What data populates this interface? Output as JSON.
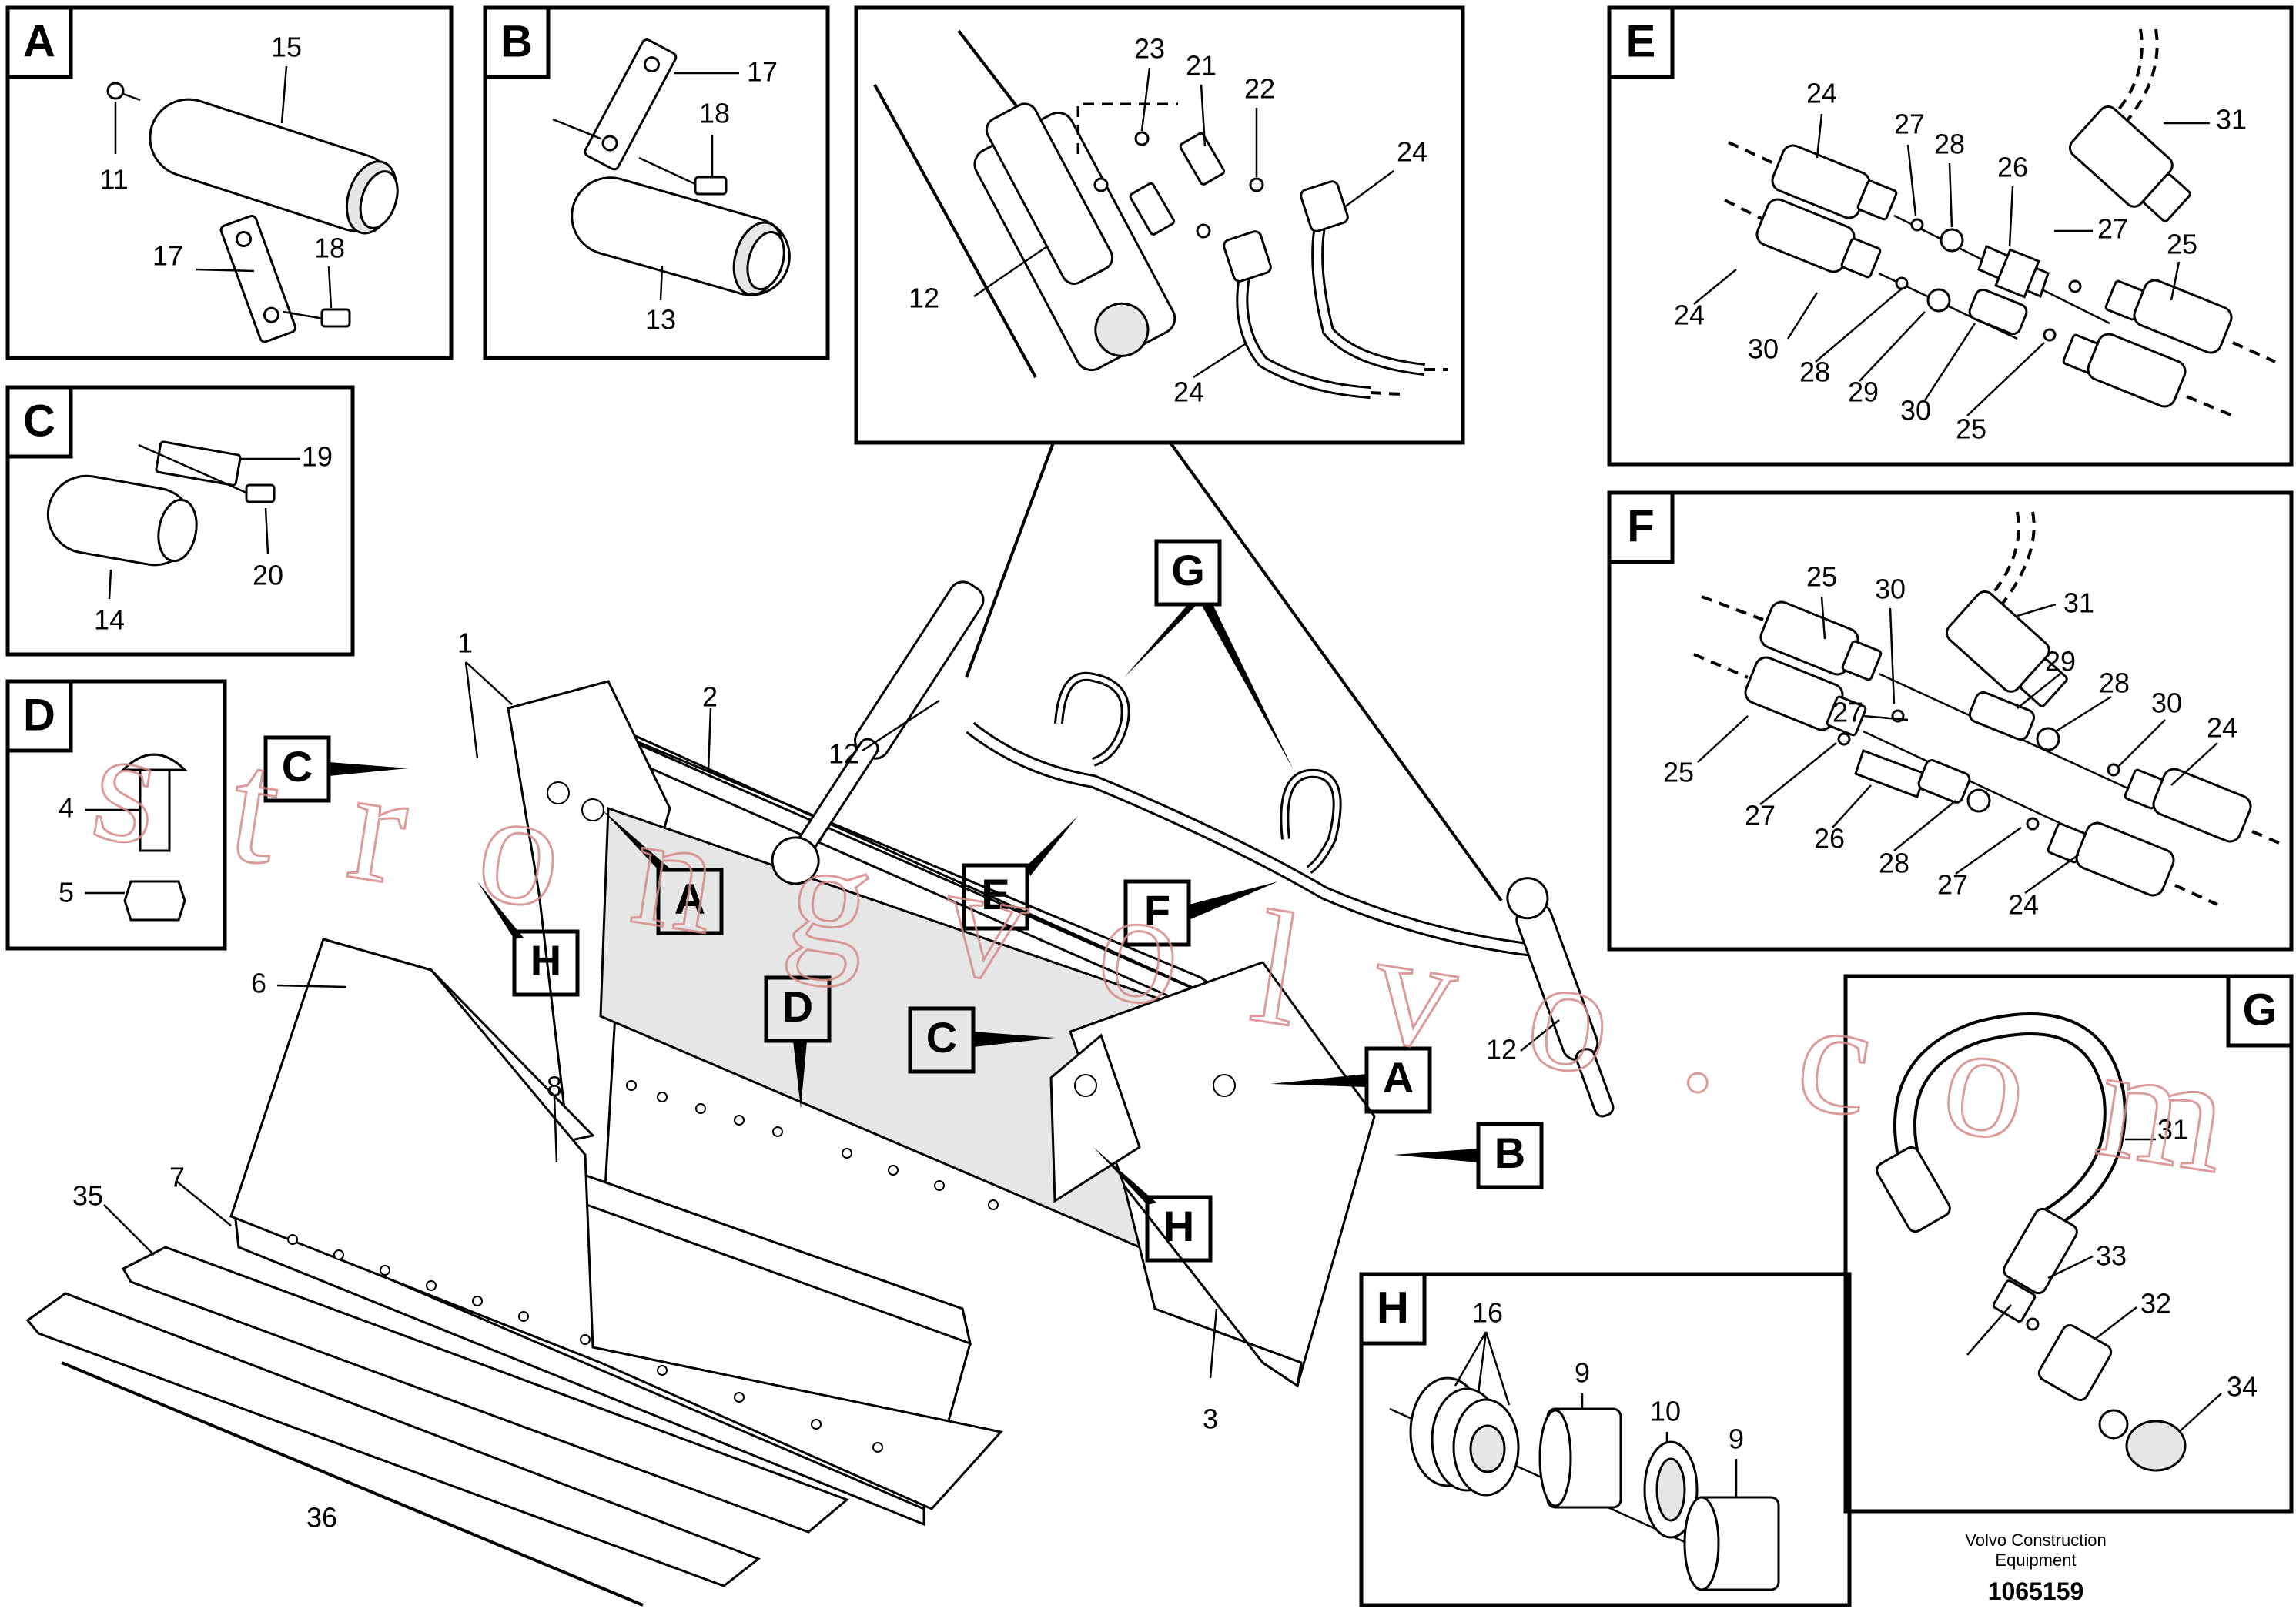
{
  "insets": [
    {
      "letter": "A"
    },
    {
      "letter": "B"
    },
    {
      "letter": "C"
    },
    {
      "letter": "D"
    },
    {
      "letter": "E"
    },
    {
      "letter": "F"
    },
    {
      "letter": "G"
    },
    {
      "letter": "H"
    }
  ],
  "callouts": [
    "C",
    "H",
    "A",
    "E",
    "F",
    "G",
    "C",
    "H",
    "A",
    "B",
    "D"
  ],
  "labels": {
    "a15": "15",
    "a11": "11",
    "a17": "17",
    "a18": "18",
    "b17": "17",
    "b18": "18",
    "b13": "13",
    "c19": "19",
    "c20": "20",
    "c14": "14",
    "d4": "4",
    "d5": "5",
    "t23": "23",
    "t21": "21",
    "t22": "22",
    "t24a": "24",
    "t12": "12",
    "t24b": "24",
    "e24a": "24",
    "e27a": "27",
    "e28a": "28",
    "e26": "26",
    "e31": "31",
    "e27b": "27",
    "e25a": "25",
    "e24b": "24",
    "e30a": "30",
    "e28b": "28",
    "e29": "29",
    "e30b": "30",
    "e25b": "25",
    "f25a": "25",
    "f30a": "30",
    "f31": "31",
    "f29": "29",
    "f28a": "28",
    "f27a": "27",
    "f30b": "30",
    "f24a": "24",
    "f25b": "25",
    "f27b": "27",
    "f26": "26",
    "f28b": "28",
    "f27c": "27",
    "f24b": "24",
    "g31": "31",
    "g33": "33",
    "g32": "32",
    "g34": "34",
    "h16": "16",
    "h9a": "9",
    "h10": "10",
    "h9b": "9",
    "m1": "1",
    "m2": "2",
    "m12a": "12",
    "m12b": "12",
    "m6": "6",
    "m8": "8",
    "m7": "7",
    "m35": "35",
    "m3": "3",
    "m36": "36"
  },
  "footer": {
    "company_line1": "Volvo Construction",
    "company_line2": "Equipment",
    "drawing_number": "1065159"
  },
  "watermark": "strongvolvo.com"
}
